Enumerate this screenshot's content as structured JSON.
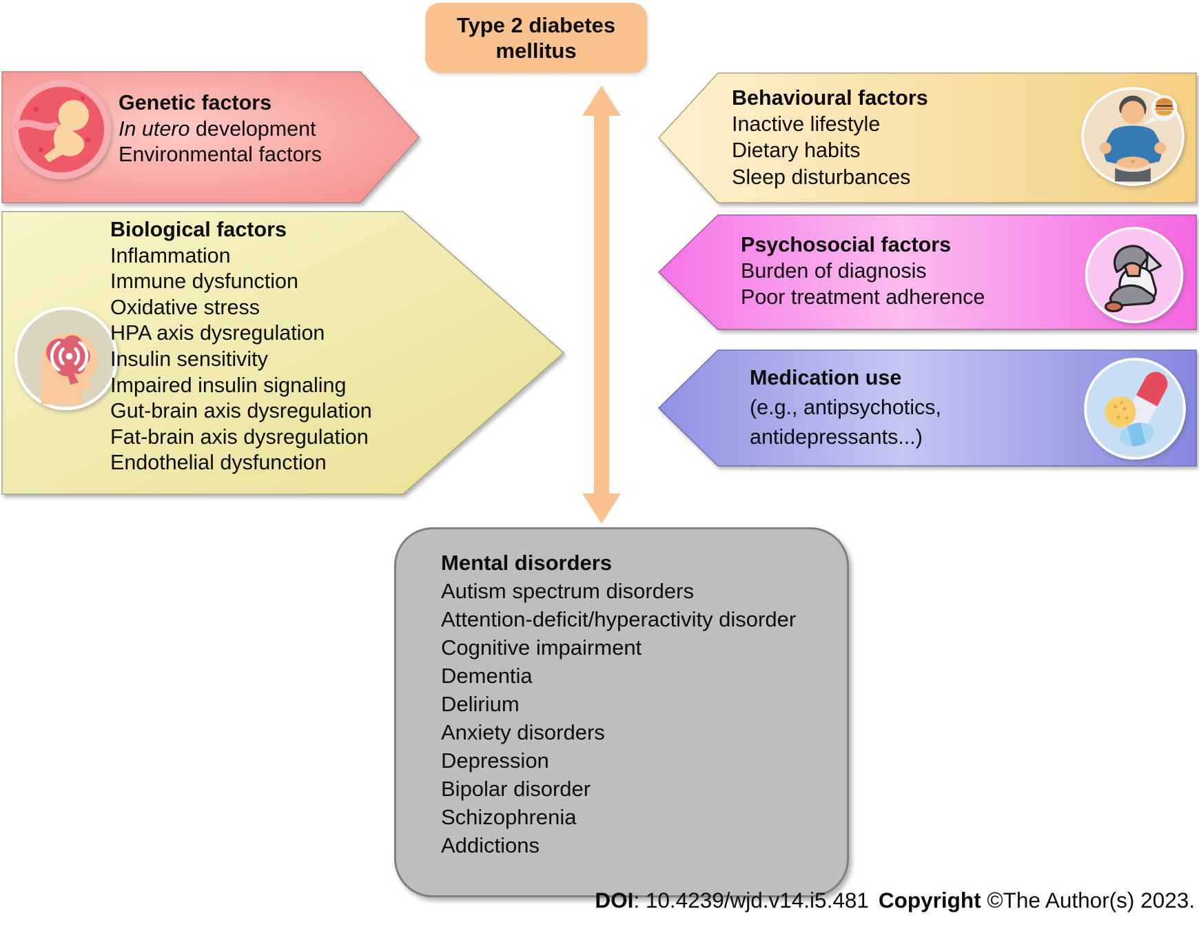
{
  "title_box": {
    "label": "Type 2 diabetes mellitus"
  },
  "boxes": {
    "genetic": {
      "heading": "Genetic factors",
      "items": [
        {
          "italic": "In utero",
          "text": " development"
        },
        {
          "italic": "",
          "text": "Environmental factors"
        }
      ],
      "icon": "fetus-icon"
    },
    "biological": {
      "heading": "Biological factors",
      "items": [
        "Inflammation",
        "Immune dysfunction",
        "Oxidative stress",
        "HPA axis dysregulation",
        "Insulin sensitivity",
        "Impaired insulin signaling",
        "Gut-brain axis dysregulation",
        "Fat-brain axis dysregulation",
        "Endothelial dysfunction"
      ],
      "icon": "brain-signal-icon"
    },
    "behavioural": {
      "heading": "Behavioural factors",
      "items": [
        "Inactive lifestyle",
        "Dietary habits",
        "Sleep disturbances"
      ],
      "icon": "overweight-person-icon"
    },
    "psychosocial": {
      "heading": "Psychosocial factors",
      "items": [
        "Burden of diagnosis",
        "Poor treatment adherence"
      ],
      "icon": "sad-person-icon"
    },
    "medication": {
      "heading": "Medication use",
      "items": [
        "(e.g., antipsychotics,",
        "antidepressants...)"
      ],
      "icon": "pills-icon"
    },
    "mental": {
      "heading": "Mental disorders",
      "items": [
        "Autism spectrum disorders",
        "Attention-deficit/hyperactivity disorder",
        "Cognitive impairment",
        "Dementia",
        "Delirium",
        "Anxiety disorders",
        "Depression",
        "Bipolar disorder",
        "Schizophrenia",
        "Addictions"
      ]
    }
  },
  "footer": {
    "doi_label": "DOI",
    "doi_text": ": 10.4239/wjd.v14.i5.481",
    "copyright_label": "Copyright",
    "copyright_text": " ©The Author(s) 2023."
  },
  "colors": {
    "title_and_arrow": "#F9C28E",
    "genetic_edge": "#F28B89",
    "genetic_center": "#FDCBC7",
    "biological_light": "#F8F4C8",
    "biological_dark": "#E7E094",
    "behavioural_light": "#FCF1CE",
    "behavioural_dark": "#F5D083",
    "psychosocial_edge": "#F573E6",
    "psychosocial_center": "#FBBCEF",
    "medication_edge": "#8F91E3",
    "medication_center": "#C4C6F3",
    "mental_fill": "#BEBEBE",
    "mental_border": "#7F7F7F",
    "text": "#0d0d0d"
  }
}
